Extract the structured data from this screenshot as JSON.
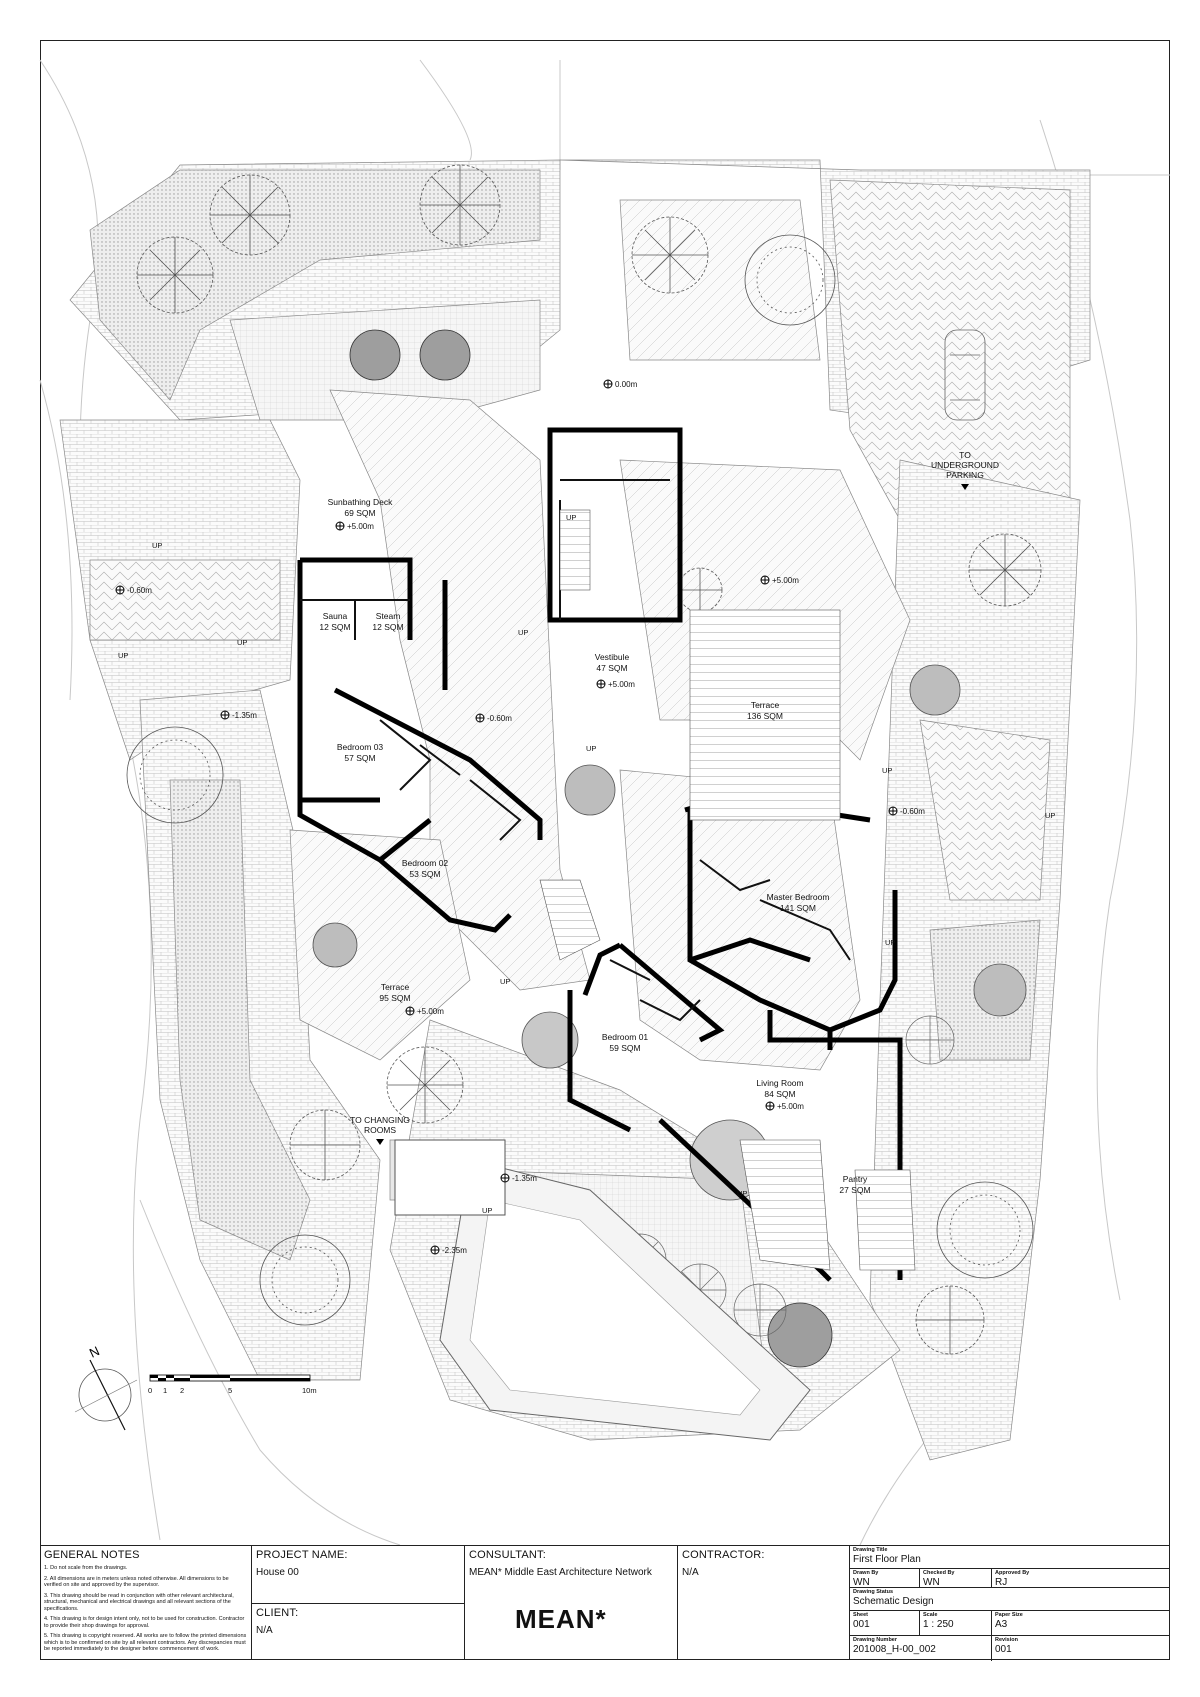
{
  "rooms": {
    "sunbathing": {
      "name": "Sunbathing Deck",
      "area": "69 SQM",
      "level": "+5.00m"
    },
    "sauna": {
      "name": "Sauna",
      "area": "12 SQM"
    },
    "steam": {
      "name": "Steam",
      "area": "12 SQM"
    },
    "vestibule": {
      "name": "Vestibule",
      "area": "47 SQM",
      "level": "+5.00m"
    },
    "terrace_top": {
      "name": "Terrace",
      "area": "136 SQM"
    },
    "bedroom03": {
      "name": "Bedroom 03",
      "area": "57 SQM"
    },
    "bedroom02": {
      "name": "Bedroom 02",
      "area": "53 SQM"
    },
    "master": {
      "name": "Master Bedroom",
      "area": "141 SQM"
    },
    "terrace_left": {
      "name": "Terrace",
      "area": "95 SQM",
      "level": "+5.00m"
    },
    "bedroom01": {
      "name": "Bedroom 01",
      "area": "59 SQM"
    },
    "living": {
      "name": "Living Room",
      "area": "84 SQM",
      "level": "+5.00m"
    },
    "pantry": {
      "name": "Pantry",
      "area": "27 SQM"
    }
  },
  "levels": {
    "top": "0.00m",
    "right_upper": "+5.00m",
    "left_upper": "-0.60m",
    "left_mid": "-1.35m",
    "center": "-0.60m",
    "right_mid": "-0.60m",
    "pool_upper": "-1.35m",
    "pool": "-2.35m"
  },
  "annotations": {
    "parking": [
      "TO",
      "UNDERGROUND",
      "PARKING"
    ],
    "changing": [
      "TO CHANGING",
      "ROOMS"
    ],
    "up": "UP"
  },
  "scale_bar": {
    "ticks": [
      "0",
      "1",
      "2",
      "5",
      "10m"
    ],
    "north": "N"
  },
  "title_block": {
    "general_notes_title": "GENERAL NOTES",
    "notes": [
      "1. Do not scale from the drawings.",
      "2. All dimensions are in meters unless noted otherwise. All dimensions to be verified on site and approved by the supervisor.",
      "3. This drawing should be read in conjunction with other relevant architectural, structural, mechanical and electrical drawings and all relevant sections of the specifications.",
      "4. This drawing is for design intent only, not to be used for construction. Contractor to provide their shop drawings for approval.",
      "5. This drawing is copyright reserved. All works are to follow the printed dimensions which is to be confirmed on site by all relevant contractors. Any discrepancies must be reported immediately to the designer before commencement of work."
    ],
    "project_name_label": "PROJECT NAME:",
    "project_name": "House 00",
    "client_label": "CLIENT:",
    "client": "N/A",
    "consultant_label": "CONSULTANT:",
    "consultant": "MEAN* Middle East Architecture Network",
    "logo": "MEAN*",
    "contractor_label": "CONTRACTOR:",
    "contractor": "N/A",
    "drawing_title_label": "Drawing Title",
    "drawing_title": "First Floor Plan",
    "drawn_by_label": "Drawn By",
    "drawn_by": "WN",
    "checked_by_label": "Checked By",
    "checked_by": "WN",
    "approved_by_label": "Approved By",
    "approved_by": "RJ",
    "status_label": "Drawing Status",
    "status": "Schematic Design",
    "sheet_label": "Sheet",
    "sheet": "001",
    "scale_label": "Scale",
    "scale": "1 : 250",
    "paper_label": "Paper Size",
    "paper": "A3",
    "number_label": "Drawing Number",
    "number": "201008_H-00_002",
    "revision_label": "Revision",
    "revision": "001"
  }
}
